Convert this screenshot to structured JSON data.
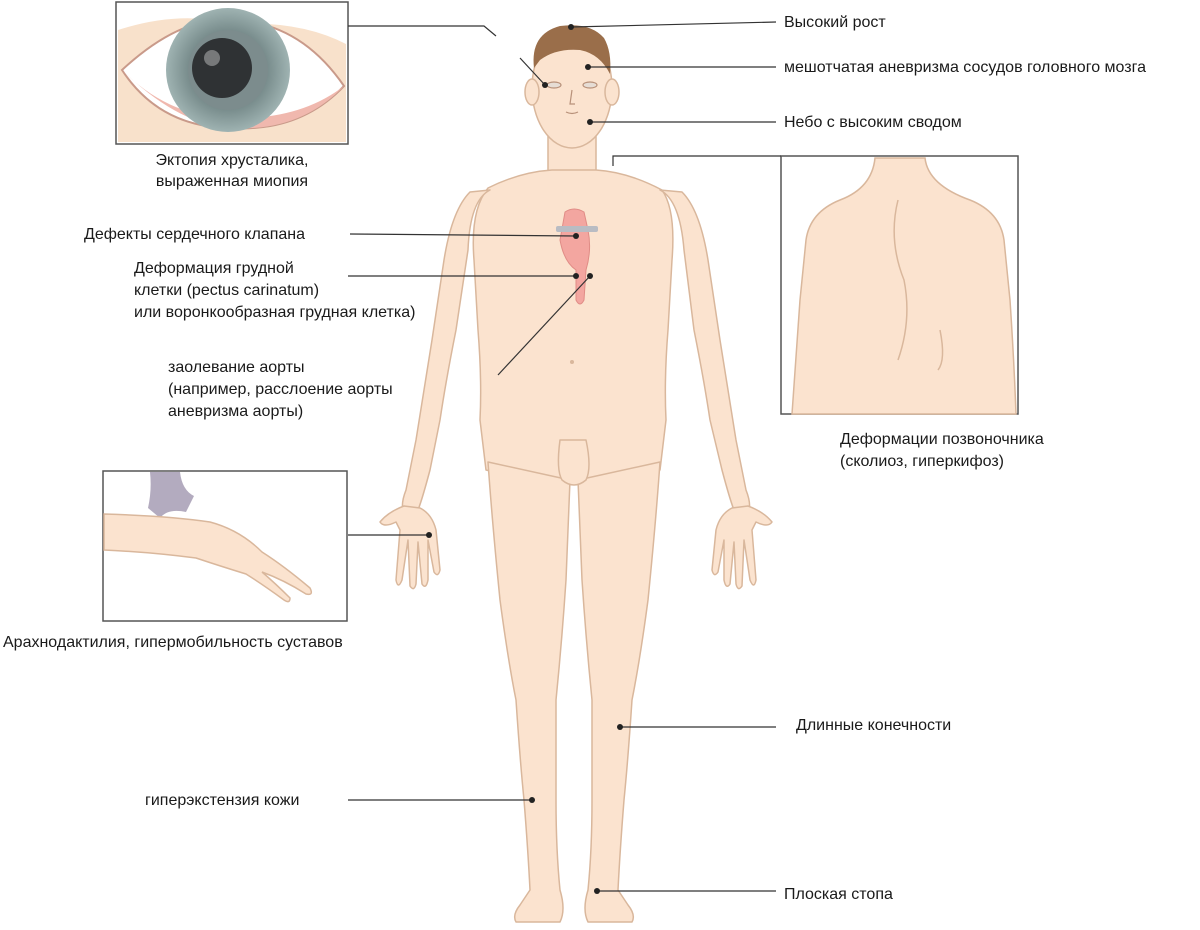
{
  "labels": {
    "tall_stature": "Высокий рост",
    "aneurysm_brain": "мешотчатая аневризма сосудов головного мозга",
    "high_palate": "Небо с высоким сводом",
    "ectopia_lentis": [
      "Эктопия хрусталика,",
      "выраженная миопия"
    ],
    "heart_valve": "Дефекты сердечного клапана",
    "chest_deformity": [
      "Деформация грудной",
      "клетки (pectus carinatum)",
      "или воронкообразная грудная клетка)"
    ],
    "aorta": [
      "заолевание аорты",
      "(например, расслоение аорты",
      "аневризма аорты)"
    ],
    "spine": [
      "Деформации позвоночника",
      "(сколиоз, гиперкифоз)"
    ],
    "arachnodactyly": "Арахнодактилия, гипермобильность суставов",
    "long_limbs": "Длинные конечности",
    "skin": "гиперэкстензия кожи",
    "flat_feet": "Плоская стопа"
  },
  "colors": {
    "skin": "#fbe3cf",
    "skin_outline": "#d9b79c",
    "hair": "#9a6e4a",
    "heart": "#f3a6a0",
    "iris": "#8fa3a3",
    "leader": "#333333"
  }
}
